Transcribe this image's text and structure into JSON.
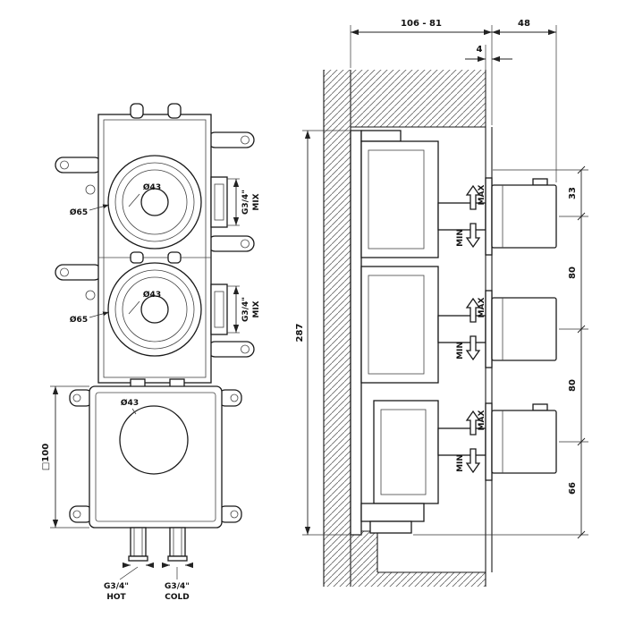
{
  "front_view": {
    "valve1": {
      "outer_dia": "Ø65",
      "inner_dia": "Ø43",
      "port_thread": "G3/4\"",
      "port_name": "MIX"
    },
    "valve2": {
      "outer_dia": "Ø65",
      "inner_dia": "Ø43",
      "port_thread": "G3/4\"",
      "port_name": "MIX"
    },
    "mixer_box": {
      "inner_dia": "Ø43",
      "box_size": "□100"
    },
    "hot_inlet": {
      "thread": "G3/4\"",
      "name": "HOT"
    },
    "cold_inlet": {
      "thread": "G3/4\"",
      "name": "COLD"
    }
  },
  "side_view": {
    "depth_range": "106 - 81",
    "knob_projection": "48",
    "plate_thickness": "4",
    "overall_height": "287",
    "offset_top": "33",
    "spacing_upper": "80",
    "spacing_lower": "80",
    "offset_bottom": "66",
    "handle1": {
      "min": "MIN",
      "max": "MAX"
    },
    "handle2": {
      "min": "MIN",
      "max": "MAX"
    },
    "handle3": {
      "min": "MIN",
      "max": "MAX"
    }
  }
}
